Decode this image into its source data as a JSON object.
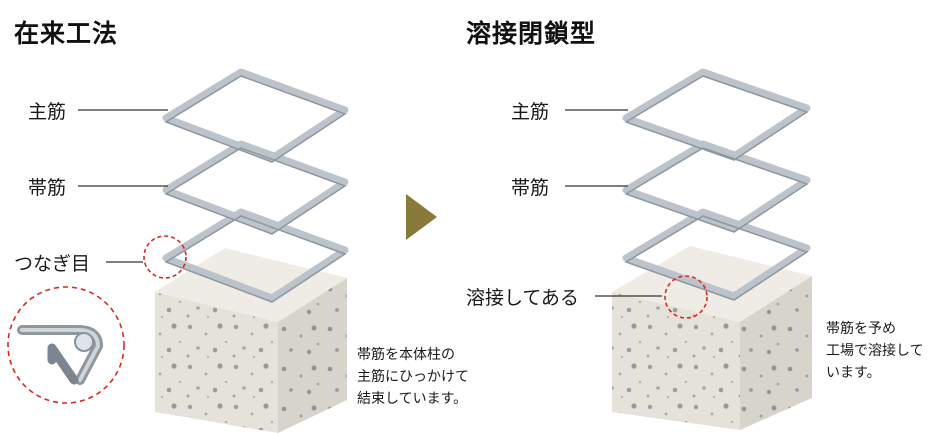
{
  "left_panel": {
    "title": "在来工法",
    "labels": {
      "main_bar": "主筋",
      "hoop": "帯筋",
      "joint": "つなぎ目"
    },
    "note": [
      "帯筋を本体柱の",
      "主筋にひっかけて",
      "結束しています。"
    ]
  },
  "right_panel": {
    "title": "溶接閉鎖型",
    "labels": {
      "main_bar": "主筋",
      "hoop": "帯筋",
      "welded": "溶接してある"
    },
    "note": [
      "帯筋を予め",
      "工場で溶接して",
      "います。"
    ]
  },
  "colors": {
    "arrow": "#8a7a3a",
    "highlight_circle": "#d9281f",
    "rebar": "#a9b2bb",
    "concrete": "#e3e1d8"
  }
}
